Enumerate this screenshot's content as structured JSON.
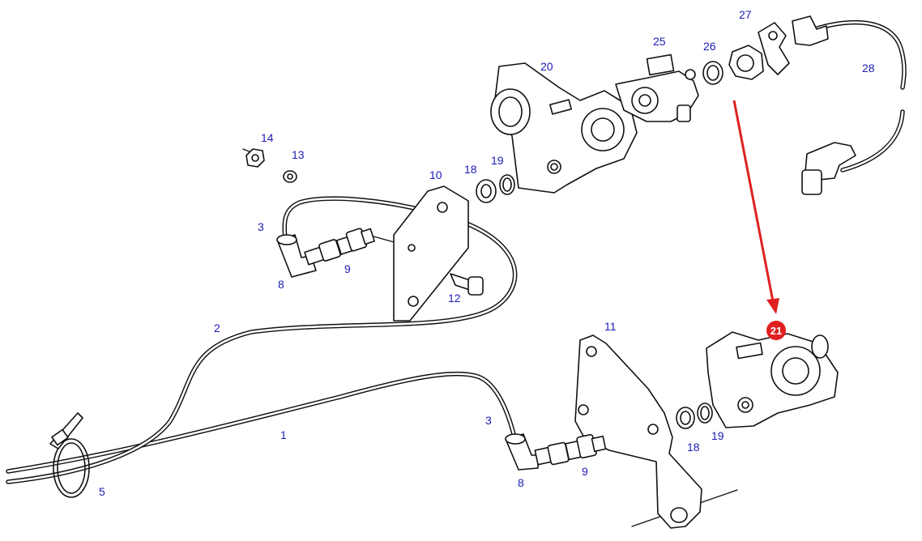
{
  "diagram": {
    "callouts": [
      {
        "id": "c1",
        "text": "1"
      },
      {
        "id": "c2",
        "text": "2"
      },
      {
        "id": "c3a",
        "text": "3"
      },
      {
        "id": "c3b",
        "text": "3"
      },
      {
        "id": "c5",
        "text": "5"
      },
      {
        "id": "c8a",
        "text": "8"
      },
      {
        "id": "c8b",
        "text": "8"
      },
      {
        "id": "c9a",
        "text": "9"
      },
      {
        "id": "c9b",
        "text": "9"
      },
      {
        "id": "c10",
        "text": "10"
      },
      {
        "id": "c11",
        "text": "11"
      },
      {
        "id": "c12",
        "text": "12"
      },
      {
        "id": "c13",
        "text": "13"
      },
      {
        "id": "c14",
        "text": "14"
      },
      {
        "id": "c18a",
        "text": "18"
      },
      {
        "id": "c18b",
        "text": "18"
      },
      {
        "id": "c19a",
        "text": "19"
      },
      {
        "id": "c19b",
        "text": "19"
      },
      {
        "id": "c20",
        "text": "20"
      },
      {
        "id": "c25",
        "text": "25"
      },
      {
        "id": "c26",
        "text": "26"
      },
      {
        "id": "c27",
        "text": "27"
      },
      {
        "id": "c28",
        "text": "28"
      }
    ],
    "highlight": {
      "text": "21",
      "color": "#e02020"
    },
    "arrow_color": "#e02020",
    "label_color": "#1c1cb4",
    "line_color": "#111111"
  }
}
